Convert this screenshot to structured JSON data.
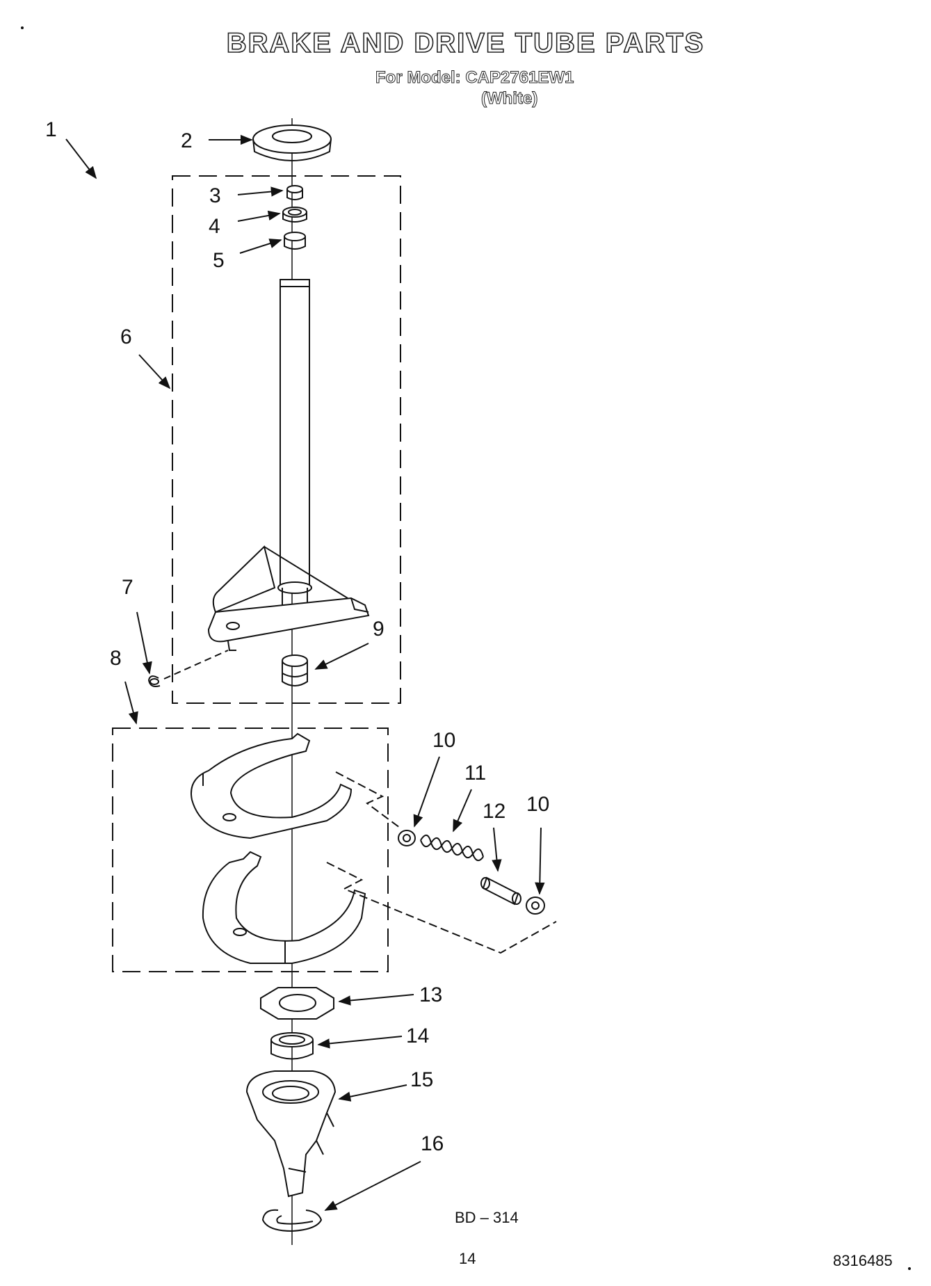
{
  "header": {
    "title": "BRAKE AND DRIVE TUBE PARTS",
    "model_line": "For Model: CAP2761EW1",
    "color_line": "(White)"
  },
  "callouts": {
    "c1": "1",
    "c2": "2",
    "c3": "3",
    "c4": "4",
    "c5": "5",
    "c6": "6",
    "c7": "7",
    "c8": "8",
    "c9": "9",
    "c10a": "10",
    "c11": "11",
    "c12": "12",
    "c10b": "10",
    "c13": "13",
    "c14": "14",
    "c15": "15",
    "c16": "16"
  },
  "footer": {
    "diagram_code": "BD – 314",
    "page_number": "14",
    "doc_number": "8316485"
  }
}
